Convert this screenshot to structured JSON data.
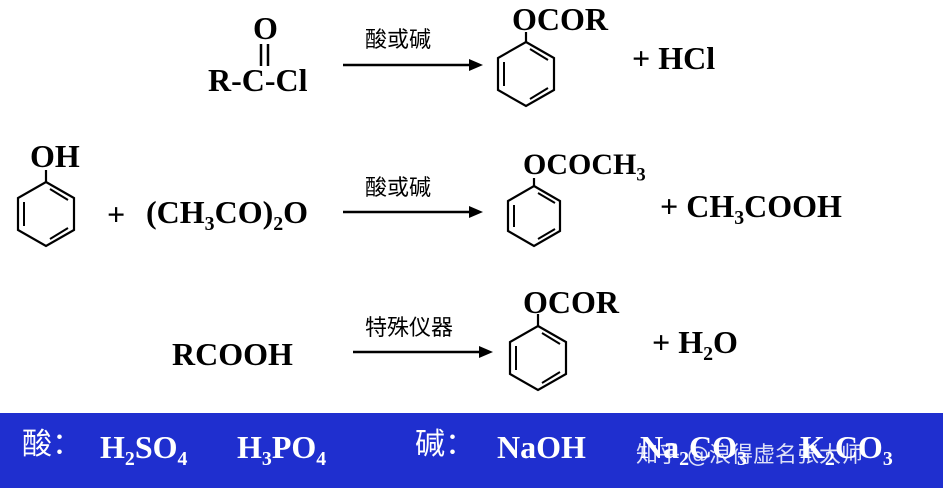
{
  "row1": {
    "o_label": "O",
    "reagent": "R-C-Cl",
    "condition": "酸或碱",
    "sub_group": "OCOR",
    "byproduct": "+ HCl"
  },
  "row2": {
    "phenol_group": "OH",
    "plus": "+",
    "anhydride": {
      "a": "(CH",
      "a_sub": "3",
      "b": "CO)",
      "b_sub": "2",
      "c": "O"
    },
    "condition": "酸或碱",
    "sub_group": {
      "a": "OCOCH",
      "a_sub": "3"
    },
    "byproduct": {
      "a": "+ CH",
      "a_sub": "3",
      "b": "COOH"
    }
  },
  "row3": {
    "reagent": "RCOOH",
    "condition": "特殊仪器",
    "sub_group": "OCOR",
    "byproduct": {
      "a": "+ H",
      "a_sub": "2",
      "b": "O"
    }
  },
  "footer": {
    "acid_label": "酸：",
    "acid1": {
      "a": "H",
      "a_sub": "2",
      "b": "SO",
      "b_sub": "4"
    },
    "acid2": {
      "a": "H",
      "a_sub": "3",
      "b": "PO",
      "b_sub": "4"
    },
    "base_label": "碱：",
    "base1": "NaOH",
    "base2": {
      "a": "Na",
      "a_sub": "2",
      "b": "CO",
      "b_sub": "3"
    },
    "base3": {
      "a": "K",
      "a_sub": "2",
      "b": "CO",
      "b_sub": "3"
    },
    "watermark": "知乎 @浪得虚名张大师",
    "band_color": "#1f2fcf"
  }
}
